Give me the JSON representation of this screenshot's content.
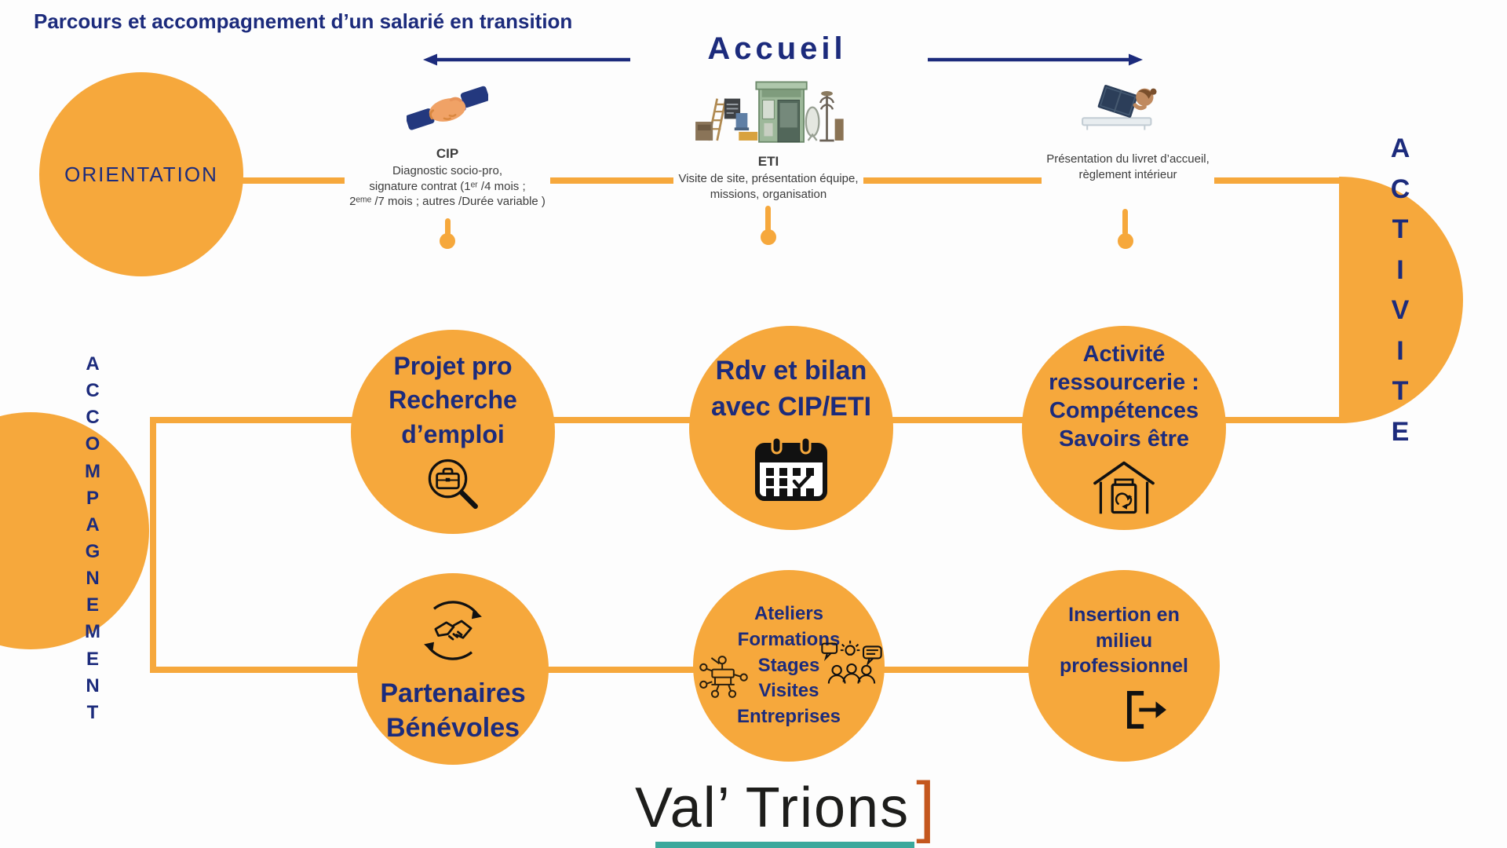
{
  "colors": {
    "orange": "#F6A83C",
    "navy": "#1C2B7C",
    "caption": "#3C3C3C",
    "logo_black": "#1D1D1B",
    "bracket_orange": "#C4571E",
    "teal": "#3BA89C",
    "icon_black": "#111111"
  },
  "title": "Parcours et accompagnement d’un salarié en transition",
  "accueil": {
    "label": "Accueil"
  },
  "orientation": {
    "label": "ORIENTATION"
  },
  "activite": {
    "word": "ACTIVITE",
    "letters": [
      "A",
      "C",
      "T",
      "I",
      "V",
      "I",
      "T",
      "E"
    ]
  },
  "accompagnement": {
    "word": "ACCOMPAGNEMENT",
    "letters": [
      "A",
      "C",
      "C",
      "O",
      "M",
      "P",
      "A",
      "G",
      "N",
      "E",
      "M",
      "E",
      "N",
      "T"
    ]
  },
  "top_row": {
    "cip": {
      "label": "CIP",
      "icon": "handshake-emoji-icon",
      "lines": [
        "Diagnostic socio-pro,",
        "signature contrat (1ᵉʳ /4 mois  ;",
        "2ᵉᵐᵉ /7 mois ; autres /Durée variable )"
      ]
    },
    "eti": {
      "label": "ETI",
      "icon": "secondhand-shop-icon",
      "lines": [
        "Visite de site, présentation équipe,",
        "missions, organisation"
      ]
    },
    "livret": {
      "icon": "person-reading-icon",
      "lines": [
        "Présentation du livret d’accueil,",
        "règlement intérieur"
      ]
    }
  },
  "middle_row": [
    {
      "icon": "briefcase-search-icon",
      "lines": [
        "Projet pro",
        "Recherche",
        "d’emploi"
      ]
    },
    {
      "icon": "calendar-icon",
      "lines": [
        "Rdv et bilan",
        "avec CIP/ETI"
      ]
    },
    {
      "icon": "ressourcerie-house-icon",
      "lines": [
        "Activité",
        "ressourcerie :",
        "Compétences",
        "Savoirs être"
      ]
    }
  ],
  "bottom_row": [
    {
      "icon": "handshake-cycle-icon",
      "lines": [
        "Partenaires",
        "Bénévoles"
      ]
    },
    {
      "icons": [
        "presenter-network-icon",
        "group-discussion-icon"
      ],
      "lines": [
        "Ateliers",
        "Formations",
        "Stages",
        "Visites",
        "Entreprises"
      ]
    },
    {
      "icon": "exit-arrow-icon",
      "lines": [
        "Insertion en",
        "milieu",
        "professionnel"
      ]
    }
  ],
  "logo": {
    "text": "Val’ Trions",
    "bracket": "]"
  }
}
